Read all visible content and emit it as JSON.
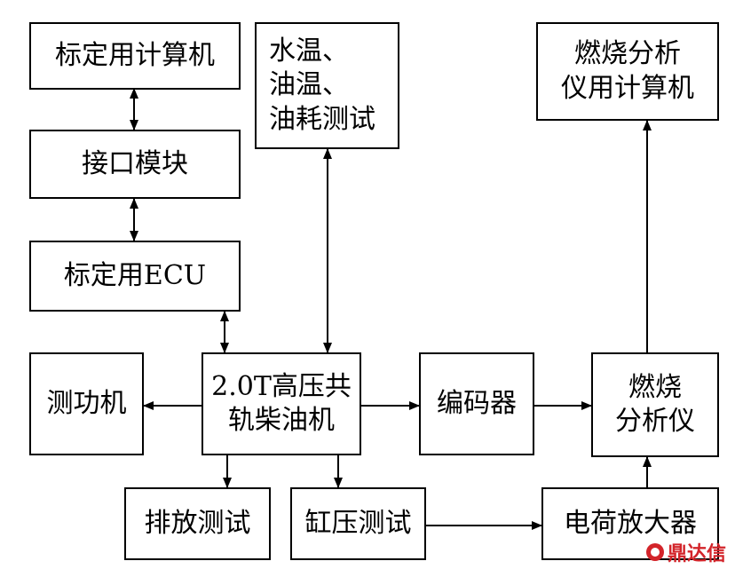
{
  "boxes": {
    "calibration_computer": "标定用计算机",
    "interface_module": "接口模块",
    "calibration_ecu": "标定用ECU",
    "dynamometer": "测功机",
    "engine": "2.0T高压共\n轨柴油机",
    "water_oil_test": "水温、\n油温、\n油耗测试",
    "encoder": "编码器",
    "combustion_analyzer": "燃烧\n分析仪",
    "analyzer_computer": "燃烧分析\n仪用计算机",
    "emission_test": "排放测试",
    "cylinder_pressure_test": "缸压测试",
    "charge_amplifier": "电荷放大器"
  },
  "watermark": {
    "text": "鼎达信",
    "color": "#d3242a"
  }
}
